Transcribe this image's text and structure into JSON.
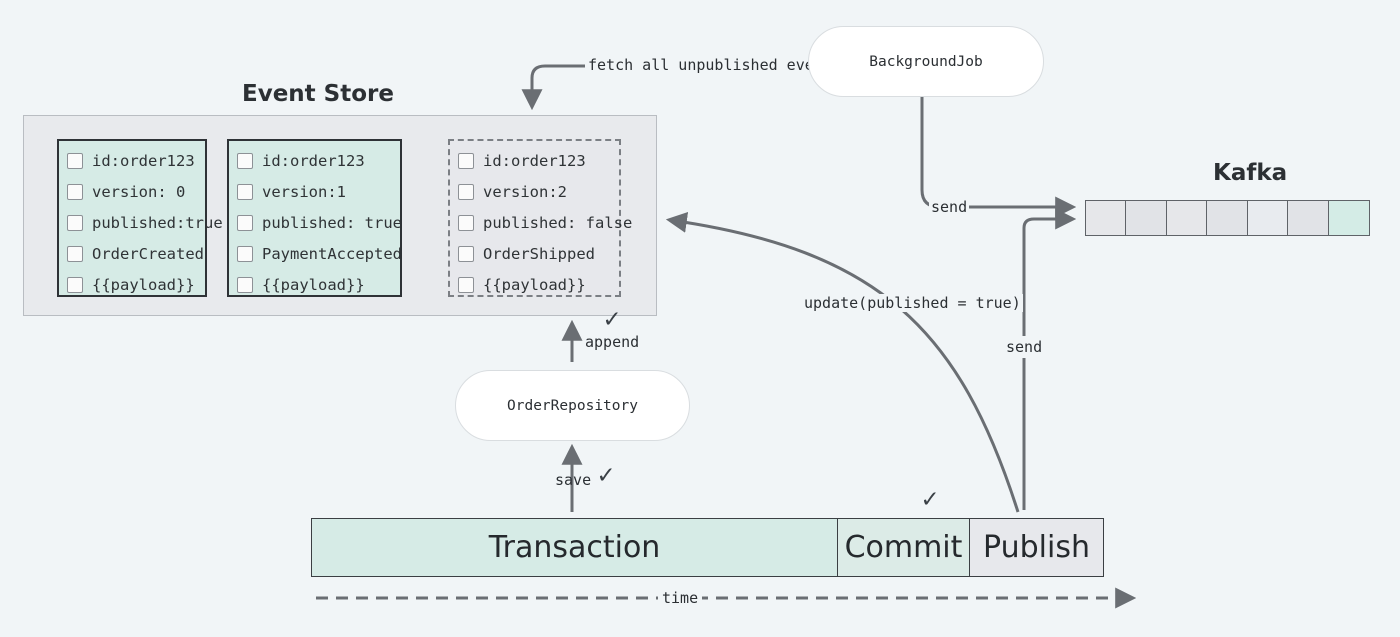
{
  "event_store": {
    "title": "Event Store",
    "events": [
      {
        "id": "id:order123",
        "version": "version: 0",
        "published": "published:true",
        "type": "OrderCreated",
        "payload": "{{payload}}"
      },
      {
        "id": "id:order123",
        "version": "version:1",
        "published": "published: true",
        "type": "PaymentAccepted",
        "payload": "{{payload}}"
      },
      {
        "id": "id:order123",
        "version": "version:2",
        "published": "published: false",
        "type": "OrderShipped",
        "payload": "{{payload}}"
      }
    ]
  },
  "kafka": {
    "title": "Kafka",
    "cell_colors": [
      "#e6e7ea",
      "#e1e3e7",
      "#e6e7ea",
      "#e1e3e7",
      "#e8ebef",
      "#e1e3e7",
      "#d4ece6"
    ]
  },
  "nodes": {
    "background_job": "BackgroundJob",
    "order_repository": "OrderRepository"
  },
  "labels": {
    "fetch": "fetch all unpublished events",
    "send_top": "send",
    "send_bottom": "send",
    "update": "update(published = true)",
    "append": "append",
    "save": "save",
    "time": "time"
  },
  "icons": {
    "check": "check-icon"
  },
  "timeline": {
    "segments": [
      {
        "label": "Transaction",
        "color": "#d6ebe6"
      },
      {
        "label": "Commit",
        "color": "#dcebe7"
      },
      {
        "label": "Publish",
        "color": "#e7e8ec"
      }
    ]
  }
}
